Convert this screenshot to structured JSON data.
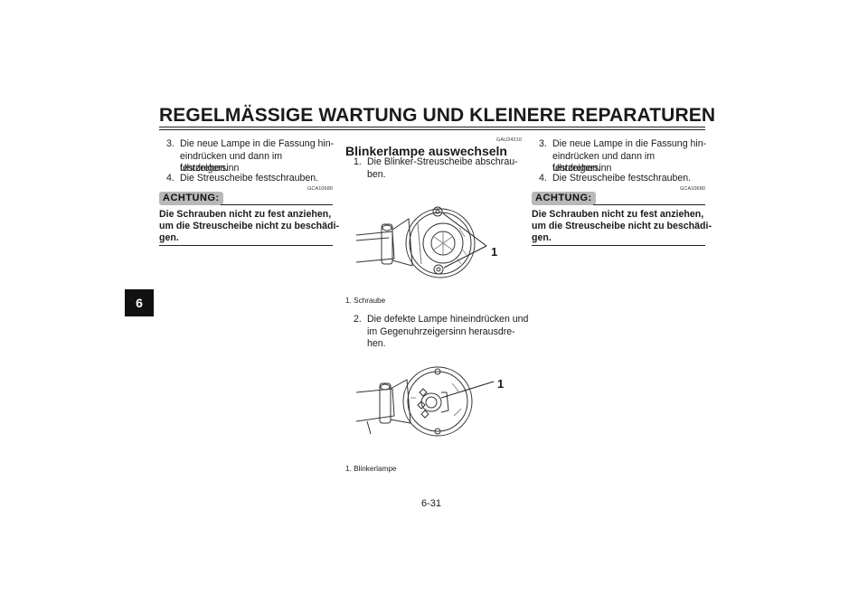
{
  "header": {
    "title": "REGELMÄSSIGE WARTUNG UND KLEINERE REPARATUREN"
  },
  "side_tab": {
    "label": "6"
  },
  "col1": {
    "steps": [
      {
        "num": "3.",
        "lines": [
          "Die neue Lampe in die Fassung hin-",
          "eindrücken und dann im Uhrzeigersinn",
          "festdrehen."
        ]
      },
      {
        "num": "4.",
        "lines": [
          "Die Streuscheibe festschrauben."
        ]
      }
    ],
    "code": "GCA10680",
    "achtung": "ACHTUNG:",
    "warning_lines": [
      "Die Schrauben nicht zu fest anziehen,",
      "um die Streuscheibe nicht zu beschädi-",
      "gen."
    ]
  },
  "col2": {
    "code": "GAU24210",
    "heading": "Blinkerlampe auswechseln",
    "step1": {
      "num": "1.",
      "lines": [
        "Die Blinker-Streuscheibe abschrau-",
        "ben."
      ]
    },
    "figure1": {
      "callout": "1",
      "caption": "1. Schraube"
    },
    "step2": {
      "num": "2.",
      "lines": [
        "Die defekte Lampe hineindrücken und",
        "im Gegenuhrzeigersinn herausdre-",
        "hen."
      ]
    },
    "figure2": {
      "callout": "1",
      "caption": "1. Blinkerlampe"
    }
  },
  "col3": {
    "steps": [
      {
        "num": "3.",
        "lines": [
          "Die neue Lampe in die Fassung hin-",
          "eindrücken und dann im Uhrzeigersinn",
          "festdrehen."
        ]
      },
      {
        "num": "4.",
        "lines": [
          "Die Streuscheibe festschrauben."
        ]
      }
    ],
    "code": "GCA10680",
    "achtung": "ACHTUNG:",
    "warning_lines": [
      "Die Schrauben nicht zu fest anziehen,",
      "um die Streuscheibe nicht zu beschädi-",
      "gen."
    ]
  },
  "footer": {
    "page_number": "6-31"
  }
}
